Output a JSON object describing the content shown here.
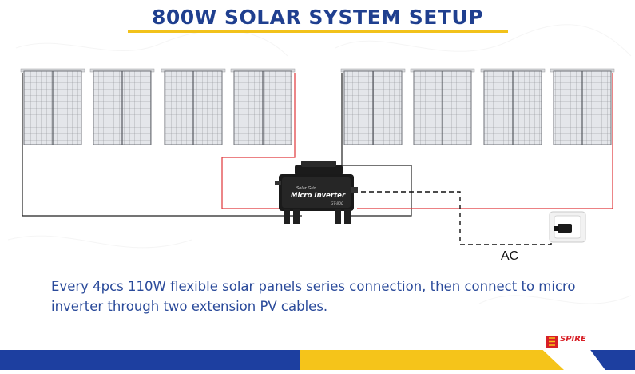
{
  "title": "800W SOLAR SYSTEM SETUP",
  "caption": "Every 4pcs 110W flexible solar panels series connection, then connect to micro inverter through two extension PV cables.",
  "inverter": {
    "line1": "Solar Grid",
    "line2": "Micro Inverter",
    "model": "GT-800"
  },
  "ac_label": "AC",
  "brand": {
    "name": "SPIRE"
  },
  "colors": {
    "title": "#1f3f8f",
    "caption": "#2a4a9a",
    "accent_yellow": "#f2c21b",
    "footer_blue": "#1d3fa0",
    "wire_red": "#e0363a",
    "wire_black": "#222222",
    "brand_red": "#d81f26"
  },
  "icons": [
    "solar-panel-icon",
    "micro-inverter-icon",
    "wall-socket-icon",
    "plug-icon",
    "spire-logo-icon"
  ]
}
